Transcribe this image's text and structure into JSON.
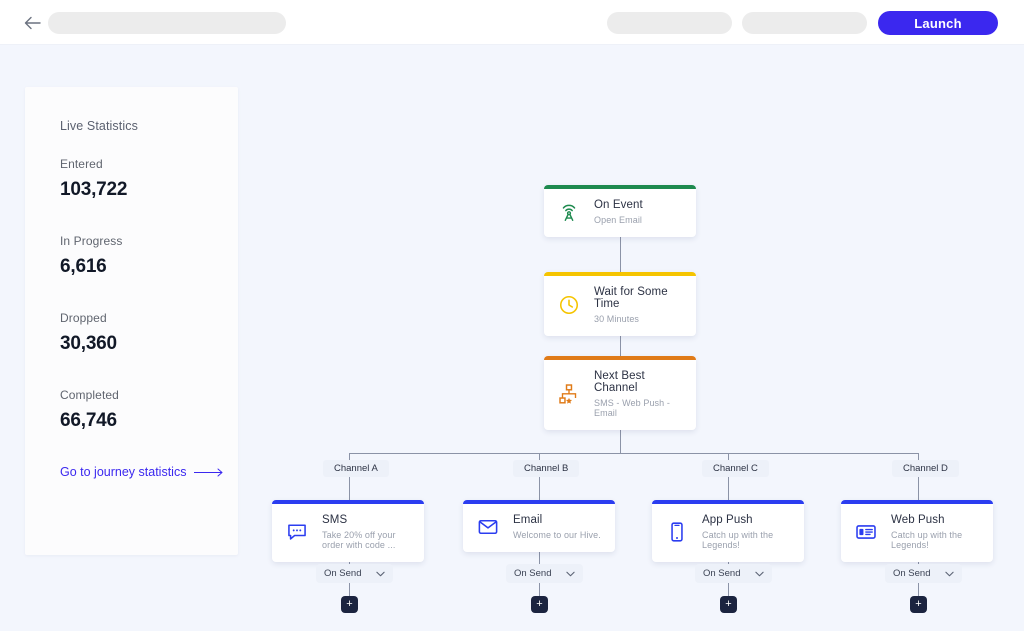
{
  "header": {
    "back_icon": "back-arrow-icon",
    "launch_label": "Launch",
    "accent_color": "#3b28ef"
  },
  "stats": {
    "title": "Live Statistics",
    "items": [
      {
        "label": "Entered",
        "value": "103,722"
      },
      {
        "label": "In Progress",
        "value": "6,616"
      },
      {
        "label": "Dropped",
        "value": "30,360"
      },
      {
        "label": "Completed",
        "value": "66,746"
      }
    ],
    "link_label": "Go to journey statistics",
    "link_icon": "arrow-right-icon",
    "link_color": "#3b28ef"
  },
  "flow": {
    "main_nodes": [
      {
        "title": "On Event",
        "subtitle": "Open Email",
        "bar_color": "#1e8a4f",
        "icon": "broadcast-icon"
      },
      {
        "title": "Wait for Some Time",
        "subtitle": "30 Minutes",
        "bar_color": "#f5c400",
        "icon": "clock-icon"
      },
      {
        "title": "Next Best Channel",
        "subtitle": "SMS - Web Push - Email",
        "bar_color": "#e07b18",
        "icon": "hierarchy-star-icon"
      }
    ],
    "channel_labels": [
      "Channel A",
      "Channel B",
      "Channel C",
      "Channel D"
    ],
    "channel_nodes": [
      {
        "title": "SMS",
        "subtitle": "Take 20% off your order with code ...",
        "bar_color": "#2b3df0",
        "icon": "sms-bubble-icon"
      },
      {
        "title": "Email",
        "subtitle": "Welcome to our Hive.",
        "bar_color": "#2b3df0",
        "icon": "envelope-icon"
      },
      {
        "title": "App Push",
        "subtitle": "Catch up with the Legends!",
        "bar_color": "#2b3df0",
        "icon": "mobile-phone-icon"
      },
      {
        "title": "Web Push",
        "subtitle": "Catch up with the Legends!",
        "bar_color": "#2b3df0",
        "icon": "browser-window-icon"
      }
    ],
    "on_send_label": "On Send",
    "on_send_icon": "chevron-down-icon",
    "add_step_label": "+"
  }
}
